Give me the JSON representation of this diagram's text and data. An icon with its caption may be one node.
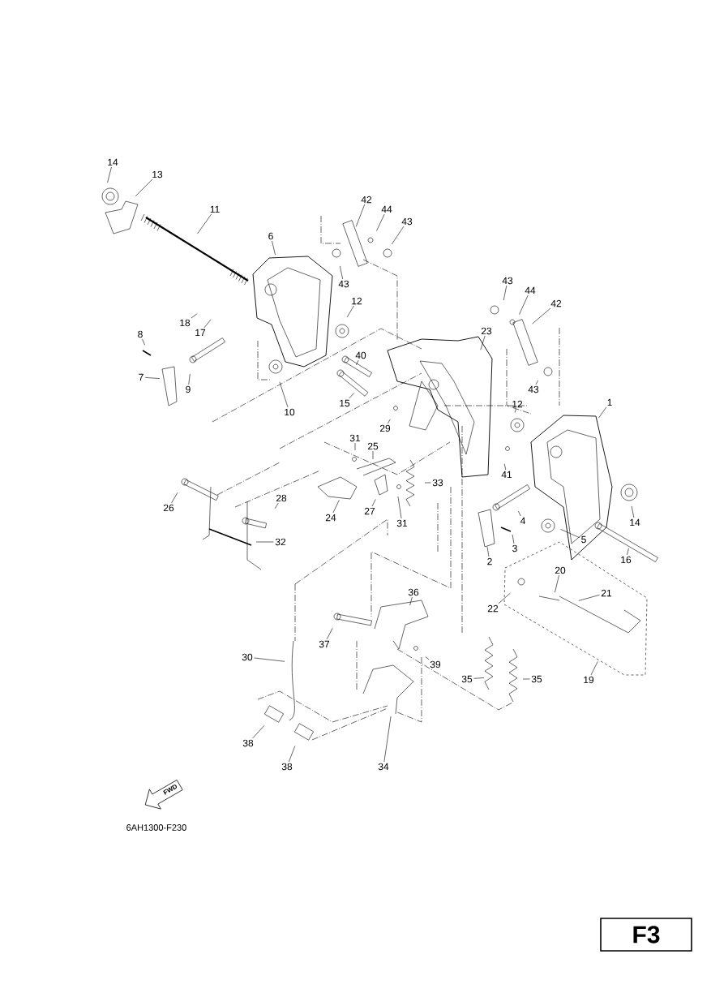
{
  "diagram": {
    "nodes": [
      {
        "text": [
          "14"
        ]
      },
      {
        "text": [
          "13"
        ]
      },
      {
        "text": [
          "11"
        ]
      },
      {
        "text": [
          "6"
        ]
      },
      {
        "text": [
          "42"
        ]
      },
      {
        "text": [
          "44"
        ]
      },
      {
        "text": [
          "43"
        ]
      },
      {
        "text": [
          "43"
        ]
      },
      {
        "text": [
          "12"
        ]
      },
      {
        "text": [
          "18"
        ]
      },
      {
        "text": [
          "17"
        ]
      },
      {
        "text": [
          "8"
        ]
      },
      {
        "text": [
          "7"
        ]
      },
      {
        "text": [
          "9"
        ]
      },
      {
        "text": [
          "10"
        ]
      },
      {
        "text": [
          "40"
        ]
      },
      {
        "text": [
          "15"
        ]
      },
      {
        "text": [
          "23"
        ]
      },
      {
        "text": [
          "43"
        ]
      },
      {
        "text": [
          "44"
        ]
      },
      {
        "text": [
          "42"
        ]
      },
      {
        "text": [
          "43"
        ]
      },
      {
        "text": [
          "12"
        ]
      },
      {
        "text": [
          "1"
        ]
      },
      {
        "text": [
          "29"
        ]
      },
      {
        "text": [
          "31"
        ]
      },
      {
        "text": [
          "25"
        ]
      },
      {
        "text": [
          "33"
        ]
      },
      {
        "text": [
          "41"
        ]
      },
      {
        "text": [
          "14"
        ]
      },
      {
        "text": [
          "26"
        ]
      },
      {
        "text": [
          "28"
        ]
      },
      {
        "text": [
          "24"
        ]
      },
      {
        "text": [
          "27"
        ]
      },
      {
        "text": [
          "31"
        ]
      },
      {
        "text": [
          "4"
        ]
      },
      {
        "text": [
          "5"
        ]
      },
      {
        "text": [
          "3"
        ]
      },
      {
        "text": [
          "32"
        ]
      },
      {
        "text": [
          "2"
        ]
      },
      {
        "text": [
          "16"
        ]
      },
      {
        "text": [
          "20"
        ]
      },
      {
        "text": [
          "21"
        ]
      },
      {
        "text": [
          "22"
        ]
      },
      {
        "text": [
          "36"
        ]
      },
      {
        "text": [
          "37"
        ]
      },
      {
        "text": [
          "30"
        ]
      },
      {
        "text": [
          "39"
        ]
      },
      {
        "text": [
          "35"
        ]
      },
      {
        "text": [
          "35"
        ]
      },
      {
        "text": [
          "19"
        ]
      },
      {
        "text": [
          "38"
        ]
      },
      {
        "text": [
          "38"
        ]
      },
      {
        "text": [
          "34"
        ]
      },
      {
        "text": [
          "F3"
        ]
      }
    ],
    "edges": [
      {
        "from": 0,
        "to": null,
        "arrow": "none"
      },
      {
        "from": 1,
        "to": null,
        "arrow": "none"
      },
      {
        "from": 2,
        "to": null,
        "arrow": "none"
      },
      {
        "from": 3,
        "to": null,
        "arrow": "none"
      },
      {
        "from": 4,
        "to": null,
        "arrow": "none"
      },
      {
        "from": 5,
        "to": null,
        "arrow": "none"
      },
      {
        "from": 6,
        "to": null,
        "arrow": "none"
      },
      {
        "from": 7,
        "to": null,
        "arrow": "none"
      },
      {
        "from": 8,
        "to": null,
        "arrow": "none"
      },
      {
        "from": 9,
        "to": null,
        "arrow": "none"
      },
      {
        "from": 10,
        "to": null,
        "arrow": "none"
      },
      {
        "from": 11,
        "to": null,
        "arrow": "none"
      },
      {
        "from": 12,
        "to": null,
        "arrow": "none"
      },
      {
        "from": 13,
        "to": null,
        "arrow": "none"
      },
      {
        "from": 14,
        "to": null,
        "arrow": "none"
      },
      {
        "from": 15,
        "to": null,
        "arrow": "none"
      },
      {
        "from": 16,
        "to": null,
        "arrow": "none"
      },
      {
        "from": 17,
        "to": null,
        "arrow": "none"
      },
      {
        "from": 18,
        "to": null,
        "arrow": "none"
      },
      {
        "from": 19,
        "to": null,
        "arrow": "none"
      },
      {
        "from": 20,
        "to": null,
        "arrow": "none"
      },
      {
        "from": 21,
        "to": null,
        "arrow": "none"
      },
      {
        "from": 22,
        "to": null,
        "arrow": "none"
      },
      {
        "from": 23,
        "to": null,
        "arrow": "none"
      },
      {
        "from": 24,
        "to": null,
        "arrow": "none"
      },
      {
        "from": 25,
        "to": null,
        "arrow": "none"
      },
      {
        "from": 26,
        "to": null,
        "arrow": "none"
      },
      {
        "from": 27,
        "to": null,
        "arrow": "none"
      },
      {
        "from": 28,
        "to": null,
        "arrow": "none"
      },
      {
        "from": 29,
        "to": null,
        "arrow": "none"
      },
      {
        "from": 30,
        "to": null,
        "arrow": "none"
      },
      {
        "from": 31,
        "to": null,
        "arrow": "none"
      },
      {
        "from": 32,
        "to": null,
        "arrow": "none"
      },
      {
        "from": 33,
        "to": null,
        "arrow": "none"
      },
      {
        "from": 34,
        "to": null,
        "arrow": "none"
      },
      {
        "from": 35,
        "to": null,
        "arrow": "none"
      },
      {
        "from": 36,
        "to": null,
        "arrow": "none"
      },
      {
        "from": 37,
        "to": null,
        "arrow": "none"
      },
      {
        "from": 38,
        "to": null,
        "arrow": "none"
      },
      {
        "from": 39,
        "to": null,
        "arrow": "none"
      },
      {
        "from": 40,
        "to": null,
        "arrow": "none"
      },
      {
        "from": 41,
        "to": null,
        "arrow": "none"
      },
      {
        "from": 42,
        "to": null,
        "arrow": "none"
      },
      {
        "from": 43,
        "to": null,
        "arrow": "none"
      },
      {
        "from": 44,
        "to": null,
        "arrow": "none"
      },
      {
        "from": 45,
        "to": null,
        "arrow": "none"
      },
      {
        "from": 46,
        "to": null,
        "arrow": "none"
      },
      {
        "from": 47,
        "to": null,
        "arrow": "none"
      },
      {
        "from": 48,
        "to": null,
        "arrow": "none"
      },
      {
        "from": 49,
        "to": null,
        "arrow": "none"
      },
      {
        "from": 50,
        "to": null,
        "arrow": "none"
      },
      {
        "from": 51,
        "to": null,
        "arrow": "none"
      },
      {
        "from": 52,
        "to": null,
        "arrow": "none"
      },
      {
        "from": 53,
        "to": null,
        "arrow": "none"
      }
    ],
    "labels": [
      "FWD",
      "6AH1300-F230"
    ]
  }
}
